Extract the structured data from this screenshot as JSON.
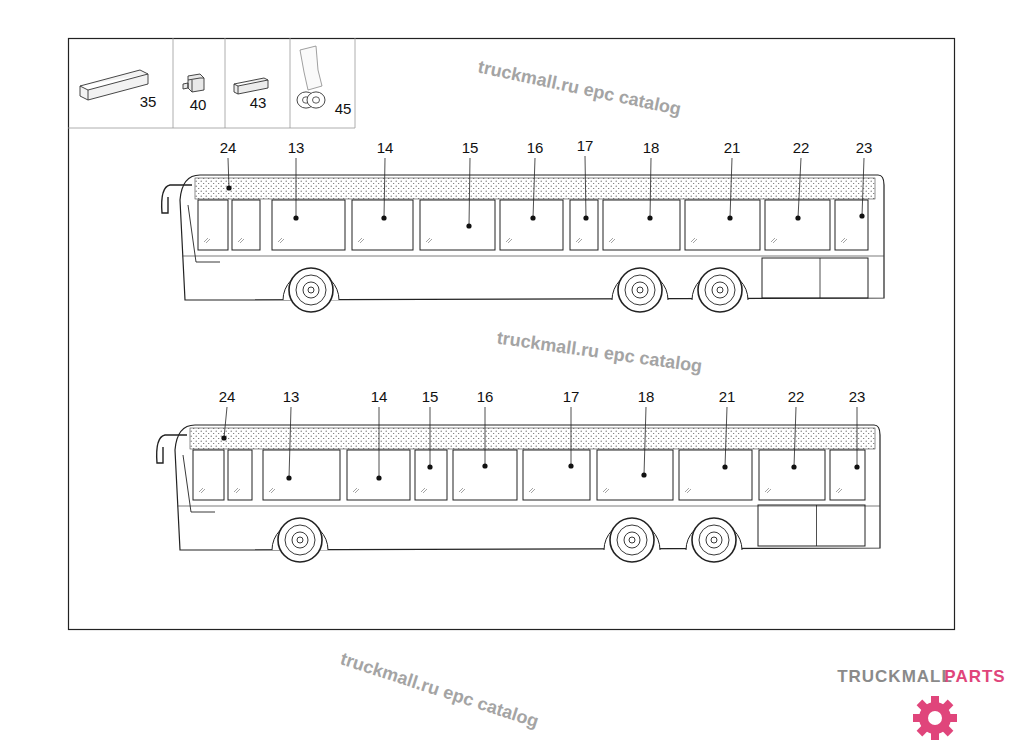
{
  "diagram": {
    "labels": [
      "35",
      "40",
      "43",
      "45",
      "24",
      "13",
      "14",
      "15",
      "16",
      "17",
      "18",
      "21",
      "22",
      "23",
      "24",
      "13",
      "14",
      "15",
      "16",
      "17",
      "18",
      "21",
      "22",
      "23",
      "truckmall.ru epc catalog",
      "truckmall.ru epc catalog",
      "truckmall.ru epc catalog",
      "TRUCKMALL",
      "PARTS"
    ]
  }
}
